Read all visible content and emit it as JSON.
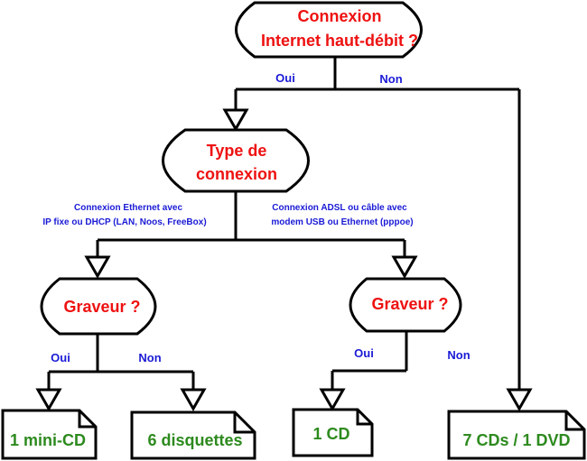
{
  "colors": {
    "question": "#ee1111",
    "edge_label": "#1a1ad6",
    "outcome": "#2d8a1e",
    "stroke": "#000000"
  },
  "questions": {
    "connexion": {
      "line1": "Connexion",
      "line2": "Internet haut-débit ?"
    },
    "type": {
      "line1": "Type de",
      "line2": "connexion"
    },
    "graveur_left": {
      "label": "Graveur ?"
    },
    "graveur_right": {
      "label": "Graveur ?"
    }
  },
  "edges": {
    "connexion_oui": "Oui",
    "connexion_non": "Non",
    "ethernet_line1": "Connexion Ethernet avec",
    "ethernet_line2": "IP fixe ou DHCP (LAN, Noos, FreeBox)",
    "adsl_line1": "Connexion ADSL ou câble avec",
    "adsl_line2": "modem USB ou Ethernet (pppoe)",
    "graveur_left_oui": "Oui",
    "graveur_left_non": "Non",
    "graveur_right_oui": "Oui",
    "graveur_right_non": "Non"
  },
  "outcomes": {
    "mini_cd": "1 mini-CD",
    "disquettes": "6 disquettes",
    "cd": "1 CD",
    "cds_dvd": "7 CDs / 1 DVD"
  }
}
